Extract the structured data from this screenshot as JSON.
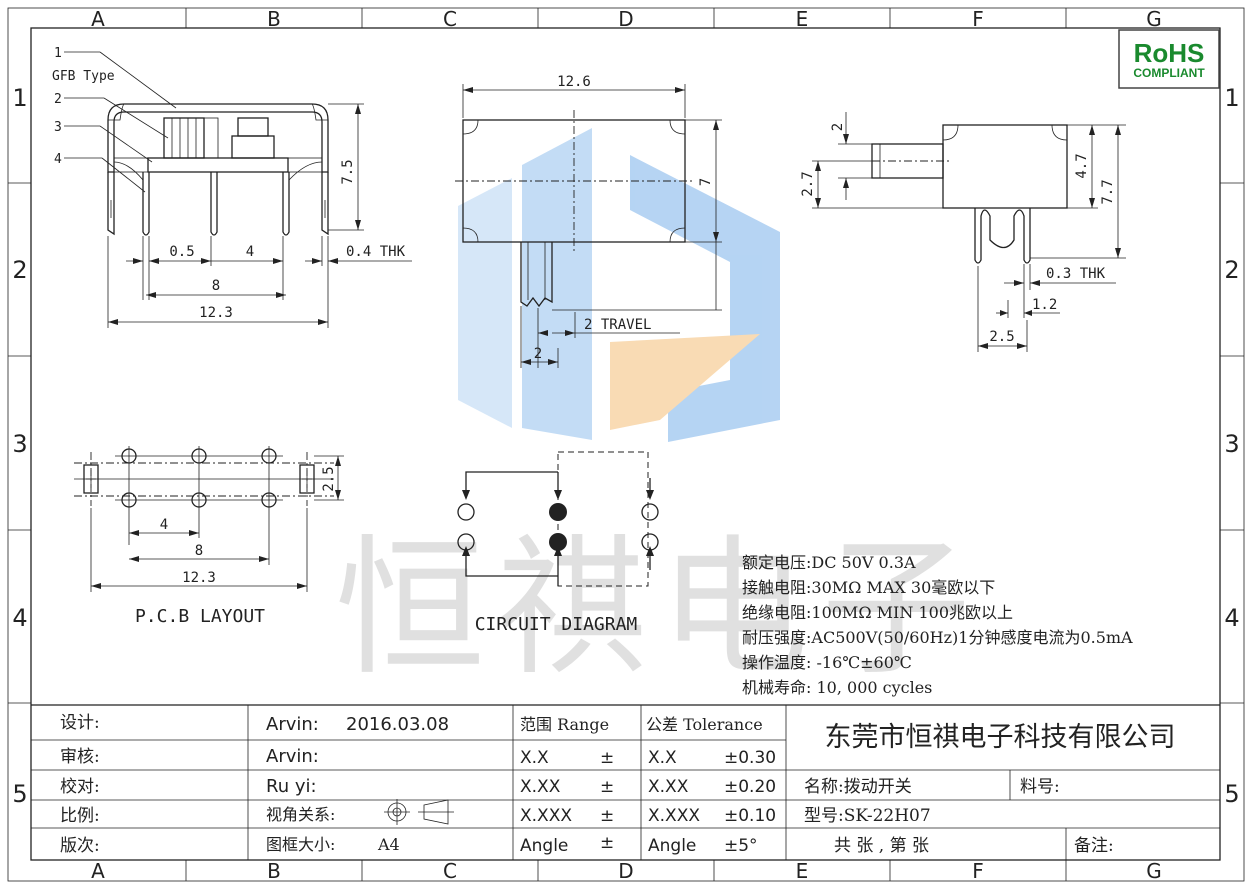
{
  "border": {
    "columns": [
      "A",
      "B",
      "C",
      "D",
      "E",
      "F",
      "G"
    ],
    "rows": [
      "1",
      "2",
      "3",
      "4",
      "5"
    ]
  },
  "rohs": {
    "title": "RoHS",
    "subtitle": "COMPLIANT",
    "color": "#1a8a2e"
  },
  "watermark": {
    "text": "恒祺电子",
    "logo_blue": "#9ec7ee",
    "logo_orange": "#f6c489"
  },
  "front_view": {
    "callouts": [
      "1",
      "2",
      "3",
      "4"
    ],
    "type_label": "GFB Type",
    "dims": {
      "height": "7.5",
      "pitch": "0.5",
      "pin_pitch": "4",
      "span": "8",
      "width": "12.3",
      "thickness": "0.4 THK"
    }
  },
  "top_view": {
    "dims": {
      "width": "12.6",
      "depth": "7",
      "travel": "2 TRAVEL",
      "knob": "2"
    }
  },
  "side_view": {
    "dims": {
      "knob": "2",
      "knob_offset": "2.7",
      "body": "4.7",
      "height": "7.7",
      "thickness": "0.3 THK",
      "pin_gap": "1.2",
      "pin_span": "2.5"
    }
  },
  "pcb_layout": {
    "title": "P.C.B  LAYOUT",
    "dims": {
      "row": "2.5",
      "pitch": "4",
      "span": "8",
      "width": "12.3"
    }
  },
  "circuit": {
    "title": "CIRCUIT  DIAGRAM"
  },
  "specs": [
    "额定电压:DC 50V 0.3A",
    "接触电阻:30MΩ  MAX 30毫欧以下",
    "绝缘电阻:100MΩ  MIN 100兆欧以上",
    "耐压强度:AC500V(50/60Hz)1分钟感度电流为0.5mA",
    "操作温度: -16℃±60℃",
    "机械寿命: 10, 000 cycles"
  ],
  "title_block": {
    "labels": [
      "设计:",
      "审核:",
      "校对:",
      "比例:",
      "版次:"
    ],
    "values": [
      "Arvin:",
      "Arvin:",
      "Ru  yi:",
      "视角关系:",
      "图框大小:"
    ],
    "date": "2016.03.08",
    "frame_size": "A4",
    "range_header": "范围 Range",
    "tolerance_header": "公差 Tolerance",
    "ranges": [
      "X.X",
      "X.XX",
      "X.XXX",
      "Angle"
    ],
    "range_sign": "±",
    "tol_names": [
      "X.X",
      "X.XX",
      "X.XXX",
      "Angle"
    ],
    "tol_values": [
      "±0.30",
      "±0.20",
      "±0.10",
      "±5°"
    ],
    "company": "东莞市恒祺电子科技有限公司",
    "name_label": "名称:拨动开关",
    "part_label": "料号:",
    "model_label": "型号:SK-22H07",
    "sheets": "共    张 , 第    张",
    "remark": "备注:"
  }
}
